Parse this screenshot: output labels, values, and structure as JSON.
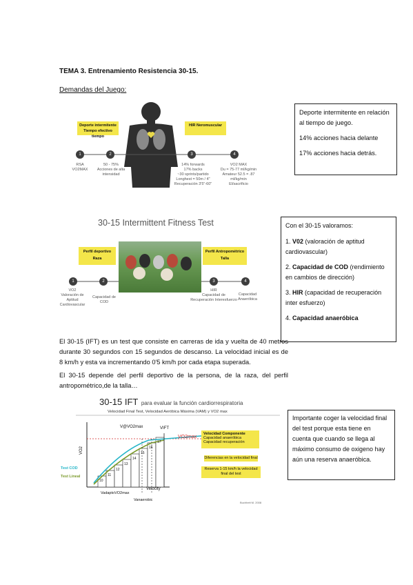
{
  "header": {
    "title": "TEMA 3. Entrenamiento Resistencia 30-15.",
    "subtitle": "Demandas del Juego:"
  },
  "figure1": {
    "left_box": "Deporte intermitente\nTiempo efectivo tiempo",
    "right_box": "HIR\nNeromuscular",
    "steps": [
      "1",
      "2",
      "3",
      "4"
    ],
    "labels": [
      "RSA\nVO2MAX",
      "50 - 75%\nAcciones de alta\nintensidad",
      "14% forwards\n17% backs\n~30 sprints/partido\nLonghest = 50m / 4\"\nRecuperación 3'5\"-60\"",
      "VO2 MAX\nDu = 75-77 ml/kg/min\nAmateur 52.5 = .87 ml/kg/min\nEl/sacrificio"
    ]
  },
  "box1": {
    "lines": [
      "Deporte intermitente en relación al tiempo de juego.",
      "14% acciones hacia delante",
      "17% acciones hacia detrás."
    ]
  },
  "figure2": {
    "title": "30-15 Intermittent Fitness Test",
    "left_box_title": "Perfil deportivo",
    "left_box_sub": "Raza",
    "right_box_title": "Perfil Antropométrico",
    "right_box_sub": "Talla",
    "steps": [
      "1",
      "2",
      "3",
      "4"
    ],
    "labels": [
      "VO2\nValoración de Aptitud Cardiovascular",
      "Capacidad de COD",
      "HIR\nCapacidad de Recuperación Interesfuerzo",
      "Capacidad Anaeróbica"
    ]
  },
  "box2": {
    "intro": "Con el 30-15 valoramos:",
    "items": [
      {
        "num": "1.",
        "bold": "V02",
        "rest": " (valoración de aptitud cardiovascular)"
      },
      {
        "num": "2.",
        "bold": "Capacidad de COD",
        "rest": " (rendimiento en cambios de dirección)"
      },
      {
        "num": "3.",
        "bold": "HIR",
        "rest": " (capacidad de recuperación inter esfuerzo)"
      },
      {
        "num": "4.",
        "bold": "Capacidad anaeróbica",
        "rest": ""
      }
    ]
  },
  "paragraphs": {
    "p1": "El 30-15 (IFT) es un test que consiste en carreras de ida y vuelta de 40 metros durante 30 segundos con 15 segundos de descanso. La velocidad inicial es de 8 km/h y esta va incrementando 0'5 km/h por cada etapa superada.",
    "p2": "El 30-15 depende del perfil deportivo de la persona, de la raza, del perfil antropométrico,de la talla…"
  },
  "figure3": {
    "title_big": "30-15 IFT",
    "title_small": "para evaluar la función cardiorrespiratoria",
    "subtitle": "Velocidad Final Test, Velocidad Aeróbica Máxima (VAM) y VO2 max",
    "yaxis": "VO2",
    "xaxis": "Velocity",
    "vo2max_label": "VO2max",
    "vift_label": "VIFT",
    "v_at_vo2max": "V@VO2max",
    "v_anaerobic": "Vanaerobic",
    "v_vo2max_bottom": "VadaptoVO2max",
    "legend_cod": "Test COD",
    "legend_lineal": "Test Lineal",
    "stage_numbers": [
      "10",
      "11",
      "12",
      "13",
      "14",
      "15",
      "16",
      "17"
    ],
    "yellow1_title": "Velocidad Componente",
    "yellow1_lines": [
      "Capacidad anaeróbica",
      "Capacidad recuperación"
    ],
    "yellow2": "Diferencias en la velocidad final",
    "yellow3": "Reserva 1-15 km/h la velocidad final del test",
    "footer": "Buchheit M. 2008"
  },
  "box3": {
    "text": "Importante coger la velocidad final del test porque esta tiene en cuenta que cuando se llega al máximo consumo de oxigeno hay aún una reserva anaeróbica."
  },
  "colors": {
    "yellow": "#f4e64a",
    "cyan": "#24b5c8",
    "olive": "#7a9a2a",
    "red": "#d32a2a",
    "dark": "#2f2f2f"
  }
}
